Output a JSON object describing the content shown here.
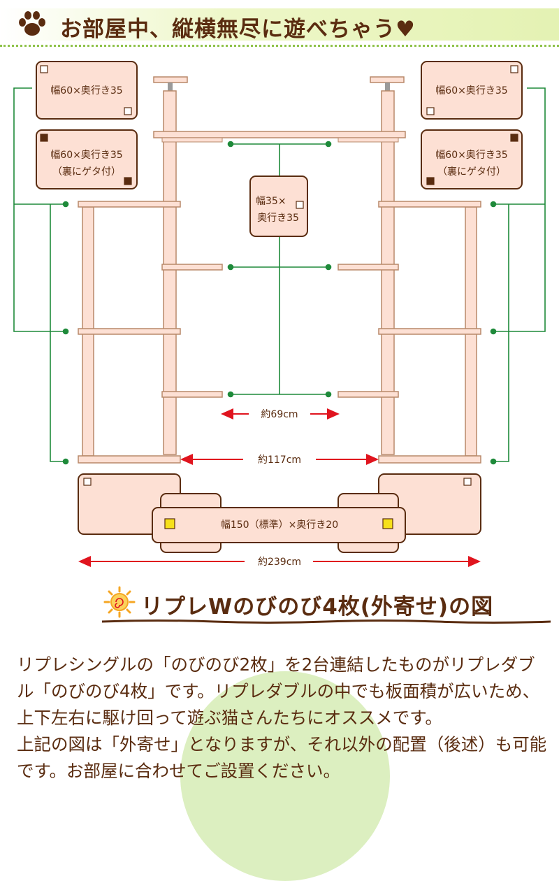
{
  "header": {
    "title": "お部屋中、縦横無尽に遊べちゃう♥",
    "paw_icon": "paw-icon",
    "colors": {
      "text": "#5a2c10",
      "band": "#e4f2b3",
      "dots": "#8fc24a"
    }
  },
  "diagram": {
    "top_left_1": "幅60×奥行き35",
    "top_left_2_line1": "幅60×奥行き35",
    "top_left_2_line2": "（裏にゲタ付）",
    "top_right_1": "幅60×奥行き35",
    "top_right_2_line1": "幅60×奥行き35",
    "top_right_2_line2": "（裏にゲタ付）",
    "center_line1": "幅35×",
    "center_line2": "奥行き35",
    "dim_inner": "約69cm",
    "dim_middle": "約117cm",
    "base_label": "幅150（標準）×奥行き20",
    "dim_total": "約239cm",
    "colors": {
      "board": "#fde0d4",
      "wood_edge": "#b8896a",
      "green": "#1e8a3a",
      "red": "#e0141e",
      "square_brown": "#5a2c10",
      "square_yellow": "#f6e01a"
    }
  },
  "caption": {
    "sun_icon": "sun-icon",
    "text": "リプレWのびのび4枚(外寄せ)の図"
  },
  "body": {
    "paragraph1": "リプレシングルの「のびのび2枚」を2台連結したものがリプレダブル「のびのび4枚」です。リプレダブルの中でも板面積が広いため、上下左右に駆け回って遊ぶ猫さんたちにオススメです。",
    "paragraph2": "上記の図は「外寄せ」となりますが、それ以外の配置（後述）も可能です。お部屋に合わせてご設置ください。"
  }
}
